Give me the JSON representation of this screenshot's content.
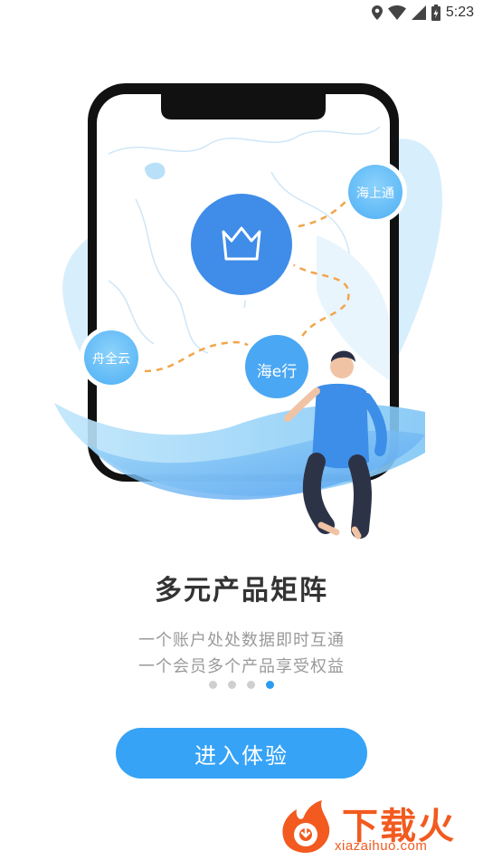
{
  "status_bar": {
    "time": "5:23",
    "icons": [
      "location-icon",
      "wifi-icon",
      "signal-icon",
      "battery-icon"
    ]
  },
  "illustration": {
    "bubbles": {
      "haishang": "海上通",
      "zhouquan": "舟全云",
      "haie": "海e行"
    },
    "center_icon": "crown-icon"
  },
  "onboarding": {
    "title": "多元产品矩阵",
    "line1": "一个账户处处数据即时互通",
    "line2": "一个会员多个产品享受权益",
    "page_count": 4,
    "active_page": 4
  },
  "enter_button": {
    "label": "进入体验"
  },
  "watermark": {
    "text": "下载火",
    "url": "xiazaihuo.com"
  },
  "colors": {
    "accent": "#36a3f7",
    "active_dot": "#2c9cf2",
    "watermark": "#f25a1f"
  }
}
